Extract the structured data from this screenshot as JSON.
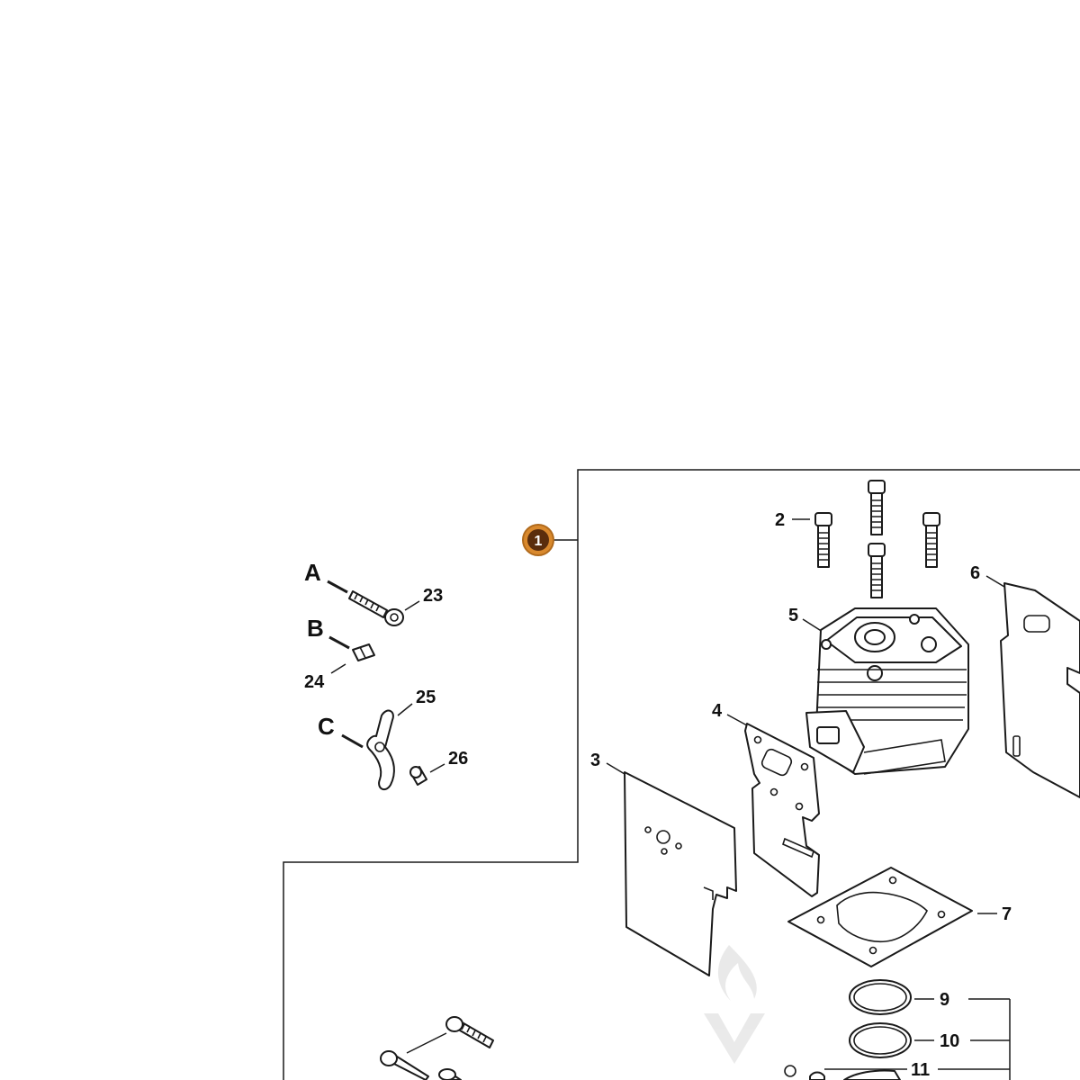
{
  "callout": {
    "label": "1"
  },
  "labels": {
    "a": "A",
    "b": "B",
    "c": "C",
    "p2": "2",
    "p3": "3",
    "p4": "4",
    "p5": "5",
    "p6": "6",
    "p7": "7",
    "p9": "9",
    "p10": "10",
    "p11": "11",
    "p23": "23",
    "p24": "24",
    "p25": "25",
    "p26": "26"
  },
  "colors": {
    "callout": "#d9892d",
    "callout_dark": "#5a2d0c",
    "line": "#1a1a1a"
  },
  "icons": {
    "watermark": "flame-logo-watermark-icon"
  }
}
